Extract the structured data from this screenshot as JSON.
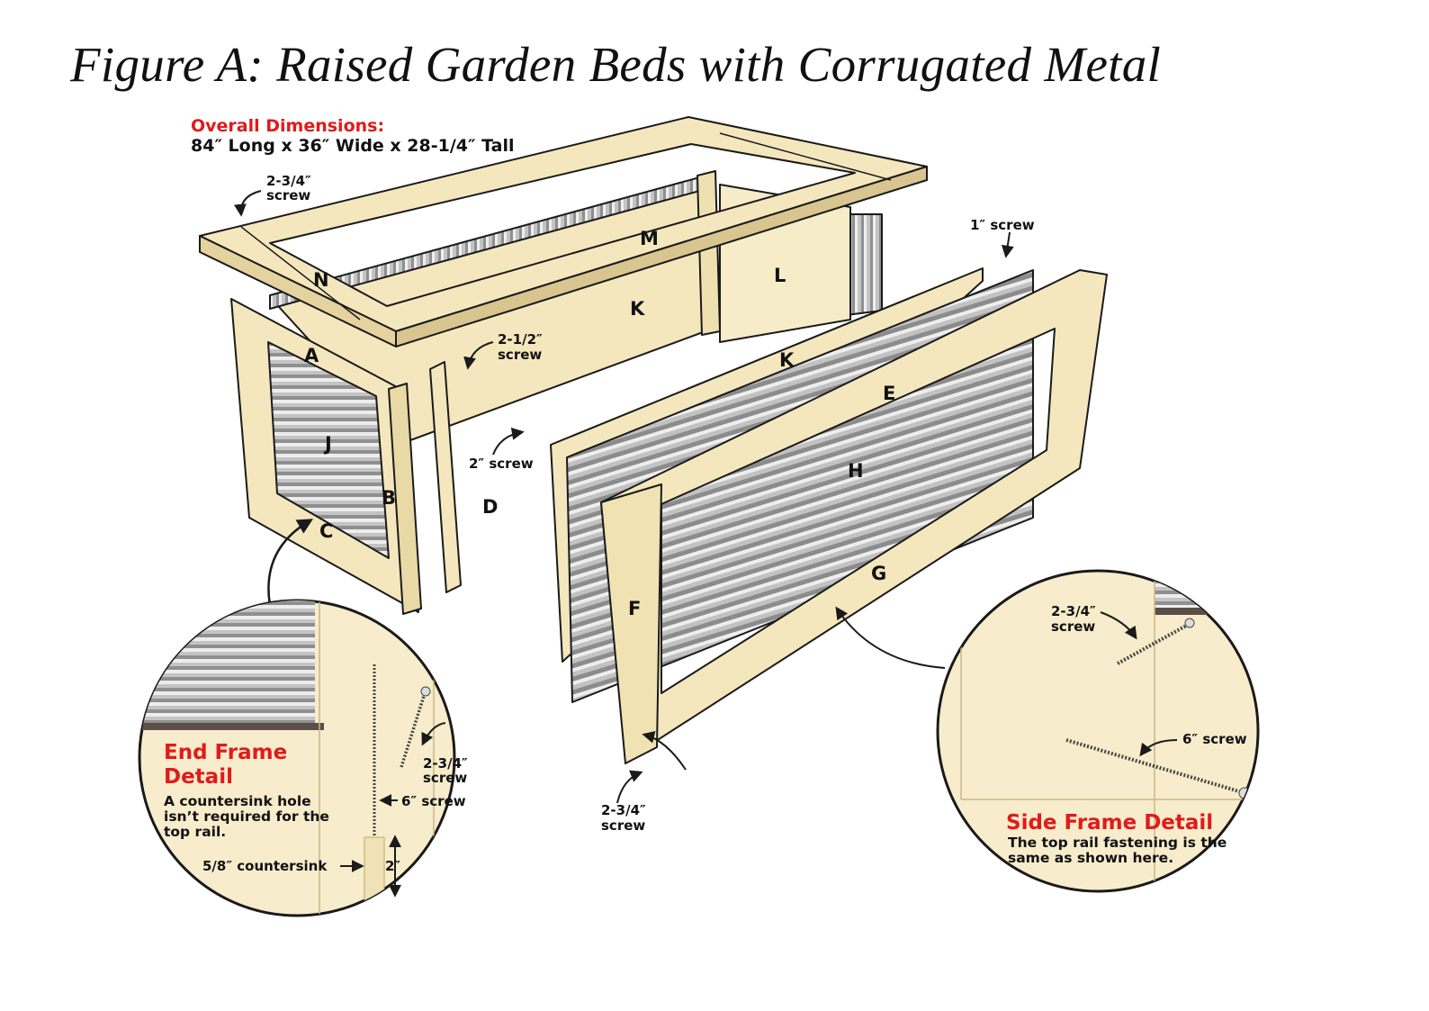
{
  "figure": {
    "title": "Figure A: Raised Garden Beds with Corrugated Metal"
  },
  "dimensions": {
    "heading": "Overall Dimensions:",
    "value": "84″ Long x 36″ Wide x 28-1/4″ Tall"
  },
  "parts": {
    "A": "A",
    "B": "B",
    "C": "C",
    "D": "D",
    "E": "E",
    "F": "F",
    "G": "G",
    "H": "H",
    "J": "J",
    "K_back": "K",
    "K_front": "K",
    "L": "L",
    "M": "M",
    "N": "N"
  },
  "screws": {
    "top_left_line1": "2-3/4″",
    "top_left_line2": "screw",
    "top_right": "1″ screw",
    "middle_line1": "2-1/2″",
    "middle_line2": "screw",
    "d_post": "2″ screw",
    "bottom_line1": "2-3/4″",
    "bottom_line2": "screw"
  },
  "end_detail": {
    "title_line1": "End Frame",
    "title_line2": "Detail",
    "text_line1": "A countersink hole",
    "text_line2": "isn’t required for the",
    "text_line3": "top rail.",
    "screw_a_line1": "2-3/4″",
    "screw_a_line2": "screw",
    "screw_b": "6″ screw",
    "countersink": "5/8″ countersink",
    "depth": "2″"
  },
  "side_detail": {
    "title": "Side Frame Detail",
    "text_line1": "The top rail fastening is the",
    "text_line2": "same as shown here.",
    "screw_a_line1": "2-3/4″",
    "screw_a_line2": "screw",
    "screw_b": "6″ screw"
  },
  "colors": {
    "wood": "#f4e7bd",
    "wood_edge": "#d8c58f",
    "metal": "#b8b8b8",
    "outline": "#1a1a1a",
    "accent_red": "#e01b1b"
  }
}
